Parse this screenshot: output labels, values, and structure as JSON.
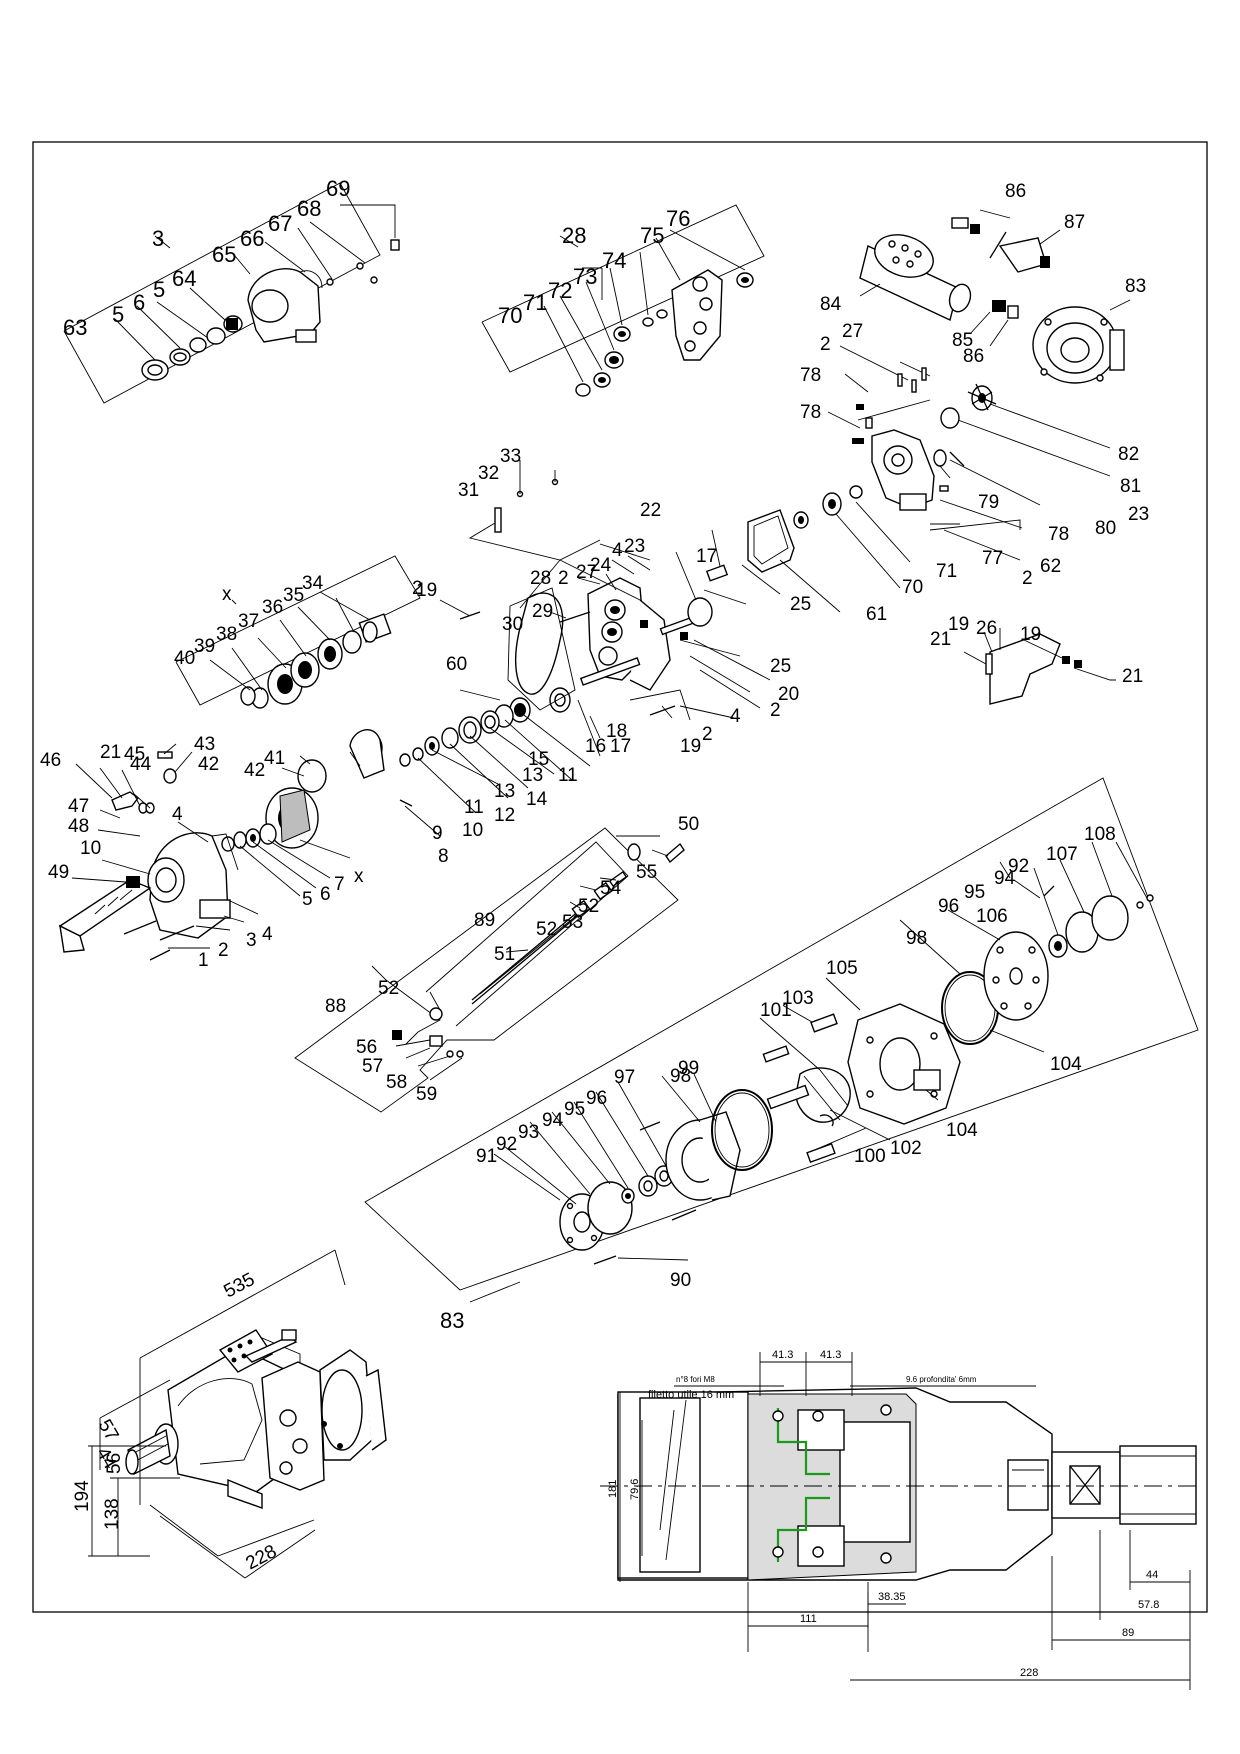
{
  "exploded_view": {
    "callouts": {
      "c3": "3",
      "c63": "63",
      "c5a": "5",
      "c6": "6",
      "c5b": "5",
      "c64": "64",
      "c65": "65",
      "c66": "66",
      "c67": "67",
      "c68": "68",
      "c69": "69",
      "c28": "28",
      "c70": "70",
      "c71": "71",
      "c72": "72",
      "c73": "73",
      "c74": "74",
      "c75": "75",
      "c76": "76",
      "c86a": "86",
      "c87": "87",
      "c83a": "83",
      "c84": "84",
      "c85": "85",
      "c86b": "86",
      "c2a": "2",
      "c27a": "27",
      "c78a": "78",
      "c78b": "78",
      "c82": "82",
      "c81": "81",
      "c79": "79",
      "c23a": "23",
      "c80": "80",
      "c78c": "78",
      "c77": "77",
      "c62": "62",
      "c2b": "2",
      "c33": "33",
      "c32": "32",
      "c31": "31",
      "c22": "22",
      "c4a": "4",
      "c24": "24",
      "c23b": "23",
      "c17a": "17",
      "c28b": "28",
      "c2c": "2",
      "c27b": "27",
      "c25a": "25",
      "c61": "61",
      "c71b": "71",
      "c70b": "70",
      "cX1": "x",
      "c34": "34",
      "c35": "35",
      "c36": "36",
      "c37": "37",
      "c38": "38",
      "c39": "39",
      "c40": "40",
      "c19a": "19",
      "c2d": "2",
      "c29": "29",
      "c30": "30",
      "c25b": "25",
      "c20": "20",
      "c2e": "2",
      "c4b": "4",
      "c60": "60",
      "c18": "18",
      "c17b": "17",
      "c16": "16",
      "c15": "15",
      "c2f": "2",
      "c19b": "19",
      "c11a": "11",
      "c13a": "13",
      "c14": "14",
      "c13b": "13",
      "c12": "12",
      "c11b": "11",
      "c10a": "10",
      "c9": "9",
      "c8": "8",
      "c19c": "19",
      "c26": "26",
      "c19d": "19",
      "c21a": "21",
      "c21b": "21",
      "c43": "43",
      "c46": "46",
      "c21c": "21",
      "c45": "45",
      "c44": "44",
      "c42a": "42",
      "c41": "41",
      "c42b": "42",
      "c47": "47",
      "c48": "48",
      "c4c": "4",
      "c10b": "10",
      "c49": "49",
      "cX2": "x",
      "c7": "7",
      "c6b": "6",
      "c5c": "5",
      "c4d": "4",
      "c3b": "3",
      "c2g": "2",
      "c1": "1",
      "c50": "50",
      "c55": "55",
      "c54": "54",
      "c52a": "52",
      "c53": "53",
      "c52b": "52",
      "c89": "89",
      "c51": "51",
      "c88": "88",
      "c52c": "52",
      "c56": "56",
      "c57": "57",
      "c58": "58",
      "c59": "59",
      "c108": "108",
      "c107": "107",
      "c92a": "92",
      "c94a": "94",
      "c95a": "95",
      "c96a": "96",
      "c106": "106",
      "c98a": "98",
      "c105": "105",
      "c103": "103",
      "c101": "101",
      "c104a": "104",
      "c104b": "104",
      "c99": "99",
      "c98b": "98",
      "c97": "97",
      "c96b": "96",
      "c95b": "95",
      "c94b": "94",
      "c93": "93",
      "c92b": "92",
      "c91": "91",
      "c100": "100",
      "c102": "102",
      "c90": "90",
      "c83b": "83"
    }
  },
  "iso_dims": {
    "d535": "535",
    "d57": "57",
    "d44": "44",
    "d56": "56",
    "d194": "194",
    "d138": "138",
    "d228": "228"
  },
  "section_dims": {
    "d41a": "41.3",
    "d41b": "41.3",
    "note_holes": "n°8 fori M8",
    "note_depth": "9.6 profondita' 6mm",
    "note_thread": "filetto utile 16 mm",
    "d181": "181",
    "d79": "79.6",
    "d44": "44",
    "d57": "57.8",
    "d89": "89",
    "d38": "38.35",
    "d111": "111",
    "d228": "228"
  }
}
